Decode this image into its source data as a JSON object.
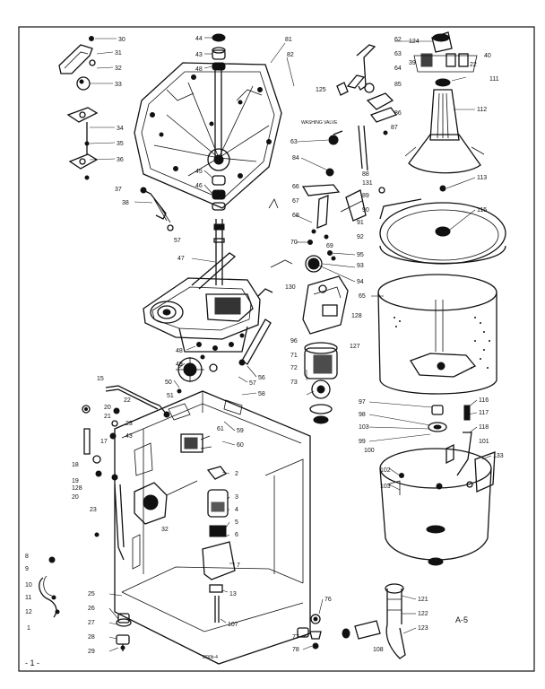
{
  "diagram": {
    "page_code": "A-5",
    "footer_mark": "- 1 -",
    "small_note": "WASHING VALVE",
    "tiny_code": "2/90b-4"
  },
  "labels": [
    {
      "id": "30",
      "t": "30"
    },
    {
      "id": "31",
      "t": "31"
    },
    {
      "id": "32a",
      "t": "32"
    },
    {
      "id": "33",
      "t": "33"
    },
    {
      "id": "34",
      "t": "34"
    },
    {
      "id": "35",
      "t": "35"
    },
    {
      "id": "36",
      "t": "36"
    },
    {
      "id": "37",
      "t": "37"
    },
    {
      "id": "38",
      "t": "38"
    },
    {
      "id": "57a",
      "t": "57"
    },
    {
      "id": "44",
      "t": "44"
    },
    {
      "id": "43",
      "t": "43"
    },
    {
      "id": "48",
      "t": "48"
    },
    {
      "id": "81",
      "t": "81"
    },
    {
      "id": "82",
      "t": "82"
    },
    {
      "id": "45",
      "t": "45"
    },
    {
      "id": "46",
      "t": "46"
    },
    {
      "id": "47",
      "t": "47"
    },
    {
      "id": "49",
      "t": "49"
    },
    {
      "id": "50",
      "t": "50"
    },
    {
      "id": "51",
      "t": "51"
    },
    {
      "id": "48b",
      "t": "48"
    },
    {
      "id": "56",
      "t": "56"
    },
    {
      "id": "57b",
      "t": "57"
    },
    {
      "id": "58",
      "t": "58"
    },
    {
      "id": "59",
      "t": "59"
    },
    {
      "id": "60",
      "t": "60"
    },
    {
      "id": "61",
      "t": "61"
    },
    {
      "id": "62",
      "t": "62"
    },
    {
      "id": "63",
      "t": "63"
    },
    {
      "id": "64",
      "t": "64"
    },
    {
      "id": "125",
      "t": "125"
    },
    {
      "id": "85",
      "t": "85"
    },
    {
      "id": "86",
      "t": "86"
    },
    {
      "id": "87",
      "t": "87"
    },
    {
      "id": "63b",
      "t": "63"
    },
    {
      "id": "84",
      "t": "84"
    },
    {
      "id": "66",
      "t": "66"
    },
    {
      "id": "67",
      "t": "67"
    },
    {
      "id": "68",
      "t": "68"
    },
    {
      "id": "70",
      "t": "70"
    },
    {
      "id": "69",
      "t": "69"
    },
    {
      "id": "88",
      "t": "88"
    },
    {
      "id": "131",
      "t": "131"
    },
    {
      "id": "89",
      "t": "89"
    },
    {
      "id": "90",
      "t": "90"
    },
    {
      "id": "91",
      "t": "91"
    },
    {
      "id": "92",
      "t": "92"
    },
    {
      "id": "93",
      "t": "93"
    },
    {
      "id": "94",
      "t": "94"
    },
    {
      "id": "95",
      "t": "95"
    },
    {
      "id": "96",
      "t": "96"
    },
    {
      "id": "65",
      "t": "65"
    },
    {
      "id": "130",
      "t": "130"
    },
    {
      "id": "71",
      "t": "71"
    },
    {
      "id": "72",
      "t": "72"
    },
    {
      "id": "73",
      "t": "73"
    },
    {
      "id": "128",
      "t": "128"
    },
    {
      "id": "127",
      "t": "127"
    },
    {
      "id": "124",
      "t": "124"
    },
    {
      "id": "39",
      "t": "39"
    },
    {
      "id": "40",
      "t": "40"
    },
    {
      "id": "22",
      "t": "22"
    },
    {
      "id": "111",
      "t": "111"
    },
    {
      "id": "112",
      "t": "112"
    },
    {
      "id": "113",
      "t": "113"
    },
    {
      "id": "115",
      "t": "115"
    },
    {
      "id": "97",
      "t": "97"
    },
    {
      "id": "98",
      "t": "98"
    },
    {
      "id": "103",
      "t": "103"
    },
    {
      "id": "99",
      "t": "99"
    },
    {
      "id": "100",
      "t": "100"
    },
    {
      "id": "116",
      "t": "116"
    },
    {
      "id": "117",
      "t": "117"
    },
    {
      "id": "118",
      "t": "118"
    },
    {
      "id": "101",
      "t": "101"
    },
    {
      "id": "133",
      "t": "133"
    },
    {
      "id": "102",
      "t": "102"
    },
    {
      "id": "103b",
      "t": "103"
    },
    {
      "id": "121",
      "t": "121"
    },
    {
      "id": "122",
      "t": "122"
    },
    {
      "id": "123",
      "t": "123"
    },
    {
      "id": "108",
      "t": "108"
    },
    {
      "id": "76",
      "t": "76"
    },
    {
      "id": "77",
      "t": "77"
    },
    {
      "id": "78",
      "t": "78"
    },
    {
      "id": "15",
      "t": "15"
    },
    {
      "id": "20",
      "t": "20"
    },
    {
      "id": "21",
      "t": "21"
    },
    {
      "id": "22b",
      "t": "22"
    },
    {
      "id": "23",
      "t": "23"
    },
    {
      "id": "43b",
      "t": "43"
    },
    {
      "id": "17",
      "t": "17"
    },
    {
      "id": "18",
      "t": "18"
    },
    {
      "id": "19",
      "t": "19"
    },
    {
      "id": "128b",
      "t": "128"
    },
    {
      "id": "20b",
      "t": "20"
    },
    {
      "id": "23b",
      "t": "23"
    },
    {
      "id": "32",
      "t": "32"
    },
    {
      "id": "2",
      "t": "2"
    },
    {
      "id": "3",
      "t": "3"
    },
    {
      "id": "4",
      "t": "4"
    },
    {
      "id": "5",
      "t": "5"
    },
    {
      "id": "6",
      "t": "6"
    },
    {
      "id": "7",
      "t": "7"
    },
    {
      "id": "13",
      "t": "13"
    },
    {
      "id": "107",
      "t": "107"
    },
    {
      "id": "25",
      "t": "25"
    },
    {
      "id": "26",
      "t": "26"
    },
    {
      "id": "27",
      "t": "27"
    },
    {
      "id": "28",
      "t": "28"
    },
    {
      "id": "29",
      "t": "29"
    },
    {
      "id": "8",
      "t": "8"
    },
    {
      "id": "9",
      "t": "9"
    },
    {
      "id": "10",
      "t": "10"
    },
    {
      "id": "11",
      "t": "11"
    },
    {
      "id": "12",
      "t": "12"
    },
    {
      "id": "1",
      "t": "1"
    }
  ]
}
